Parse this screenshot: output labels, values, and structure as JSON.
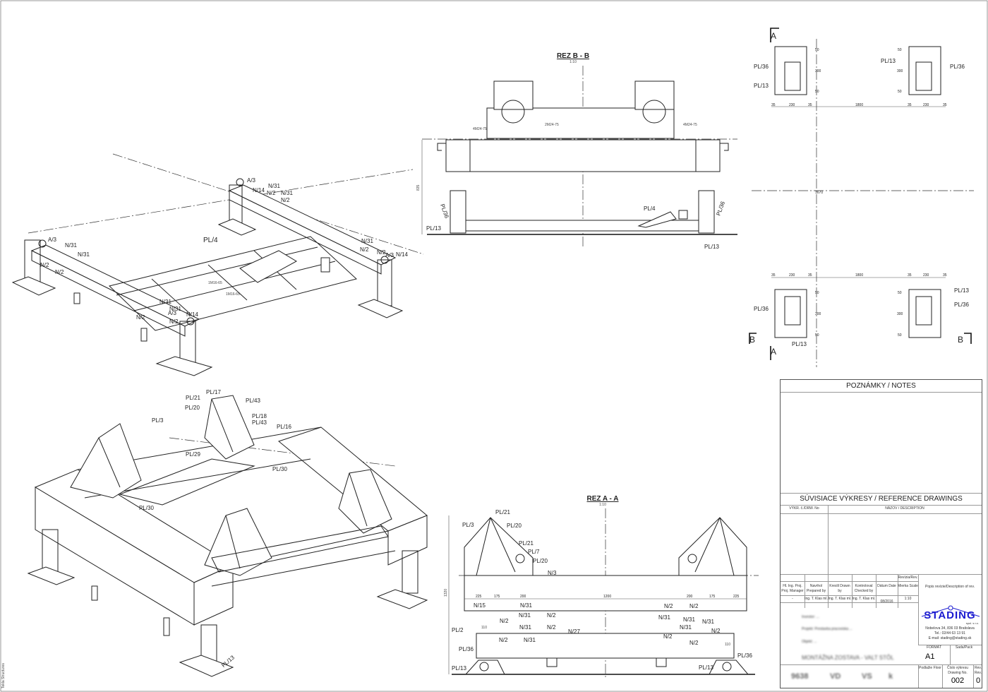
{
  "sheet": {
    "side_label": "Tekla Structures"
  },
  "iso_top": {
    "labels": [
      "A/3",
      "N/31",
      "N/14",
      "N/2",
      "N/31",
      "N/2",
      "PL/4",
      "A/3",
      "N/31",
      "N/31",
      "N/2",
      "N/2",
      "N/31",
      "N/2",
      "N/2",
      "A/3",
      "N/14",
      "1M16-65",
      "1M16-65",
      "N/31",
      "N/31",
      "A/3",
      "N/14",
      "N/2",
      "N/2"
    ]
  },
  "iso_bottom": {
    "labels": [
      "PL/17",
      "PL/21",
      "PL/20",
      "PL/43",
      "PL/3",
      "PL/18",
      "PL/43",
      "PL/16",
      "PL/29",
      "PL/30",
      "PL/30",
      "PL/13"
    ]
  },
  "section_bb": {
    "title": "REZ B - B",
    "scale": "1:10",
    "labels": [
      "4M24-75",
      "2M24-75",
      "4M24-75",
      "835",
      "PL/4",
      "PL/36",
      "PL/36",
      "PL/13",
      "PL/13"
    ]
  },
  "plan": {
    "section_marks": [
      "A",
      "A",
      "B",
      "B"
    ],
    "labels": [
      "PL/36",
      "PL/13",
      "PL/13",
      "PL/36",
      "PL/36",
      "PL/13",
      "PL/13",
      "PL/36"
    ],
    "dims_top": [
      "35",
      "230",
      "35",
      "1800",
      "35",
      "230",
      "35"
    ],
    "dims_bottom": [
      "35",
      "230",
      "35",
      "1800",
      "35",
      "230",
      "35"
    ],
    "dims_vertical": [
      "50",
      "300",
      "50",
      "50",
      "300",
      "50",
      "1670",
      "50",
      "300",
      "50",
      "50",
      "300",
      "50"
    ]
  },
  "section_aa": {
    "title": "REZ A - A",
    "scale": "1:10",
    "labels": [
      "PL/21",
      "PL/3",
      "PL/20",
      "PL/21",
      "PL/7",
      "PL/20",
      "N/3",
      "N/15",
      "N/31",
      "N/2",
      "N/2",
      "N/2",
      "N/31",
      "N/2",
      "N/31",
      "N/31",
      "N/31",
      "PL/2",
      "110",
      "N/31",
      "N/2",
      "N/27",
      "N/2",
      "N/31",
      "N/2",
      "N/31",
      "N/2",
      "N/2",
      "PL/36",
      "PL/36",
      "PL/13",
      "PL/13",
      "110",
      "1320"
    ],
    "dims": [
      "225",
      "175",
      "200",
      "1200",
      "200",
      "175",
      "225"
    ]
  },
  "title_block": {
    "notes_header": "POZNÁMKY / NOTES",
    "ref_header": "SÚVISIACE VÝKRESY / REFERENCE DRAWINGS",
    "ref_col_no": "VÝKR. č./DRW. No",
    "ref_col_desc": "NÁZOV / DESCRIPTION",
    "revision_header": "Revízia/Rev.",
    "columns": [
      {
        "label": "Hl. Ing. Proj. Proj. Manager",
        "value": "-"
      },
      {
        "label": "Navrhol Prepared by",
        "value": "Ing. T. Klas ml."
      },
      {
        "label": "Kreslil Drawn by",
        "value": "Ing. T. Klas ml."
      },
      {
        "label": "Kontroloval Checked by",
        "value": "Ing. T. Klas ml."
      },
      {
        "label": "Dátum Date",
        "value": "08/2016"
      },
      {
        "label": "Mierka Scale",
        "value": "1:10"
      }
    ],
    "rev_desc": "Popis revízie/Description of rev.",
    "blurred_rows": [
      "Investor: ...",
      "Projekt: Prestavba pracoviska ...",
      "Objekt: ...",
      "MONTÁŽNA ZOSTAVA - VALT STÔL"
    ],
    "blurred_bottom": [
      "9638",
      "VD",
      "VS",
      "k"
    ],
    "company": {
      "logo": "STADING",
      "logo_sub": "spol. s r.o.",
      "address": "Nobelova 34, 836 03 Bratislava",
      "phone": "Tel.: 02/44 63 13 91",
      "email": "E-mail: stading@stading.sk",
      "brand_color": "#1a1ad0"
    },
    "format_label": "FORMÁT",
    "format_value": "A1",
    "pack_label": "Sada/Pack",
    "floor_label": "Podlažie Floor",
    "drawing_no_label": "Číslo výkresu Drawing No.",
    "drawing_no": "002",
    "rev_label": "Rev. Rev.",
    "rev_value": "0"
  }
}
